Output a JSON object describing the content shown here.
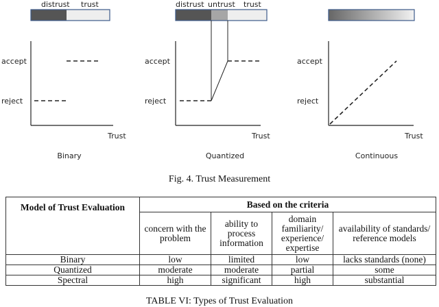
{
  "figure": {
    "caption": "Fig. 4. Trust Measurement",
    "panels": [
      {
        "name": "Binary",
        "bar_labels": [
          "distrust",
          "trust"
        ],
        "y_labels": [
          "accept",
          "reject"
        ],
        "x_label": "Trust"
      },
      {
        "name": "Quantized",
        "bar_labels": [
          "distrust",
          "untrust",
          "trust"
        ],
        "y_labels": [
          "accept",
          "reject"
        ],
        "x_label": "Trust"
      },
      {
        "name": "Continuous",
        "bar_labels": [],
        "y_labels": [
          "accept",
          "reject"
        ],
        "x_label": "Trust"
      }
    ],
    "colors": {
      "distrust": "#555555",
      "untrust": "#a6a6a6",
      "trust": "#eeeeee",
      "bar_border": "#3c5a8a"
    }
  },
  "table": {
    "caption": "TABLE VI: Types of Trust Evaluation",
    "row_header": "Model of Trust Evaluation",
    "group_header": "Based on the criteria",
    "columns": [
      "concern with the problem",
      "ability to process information",
      "domain familiarity/ experience/ expertise",
      "availability of standards/ reference models"
    ],
    "rows": [
      {
        "model": "Binary",
        "values": [
          "low",
          "limited",
          "low",
          "lacks standards (none)"
        ]
      },
      {
        "model": "Quantized",
        "values": [
          "moderate",
          "moderate",
          "partial",
          "some"
        ]
      },
      {
        "model": "Spectral",
        "values": [
          "high",
          "significant",
          "high",
          "substantial"
        ]
      }
    ]
  }
}
